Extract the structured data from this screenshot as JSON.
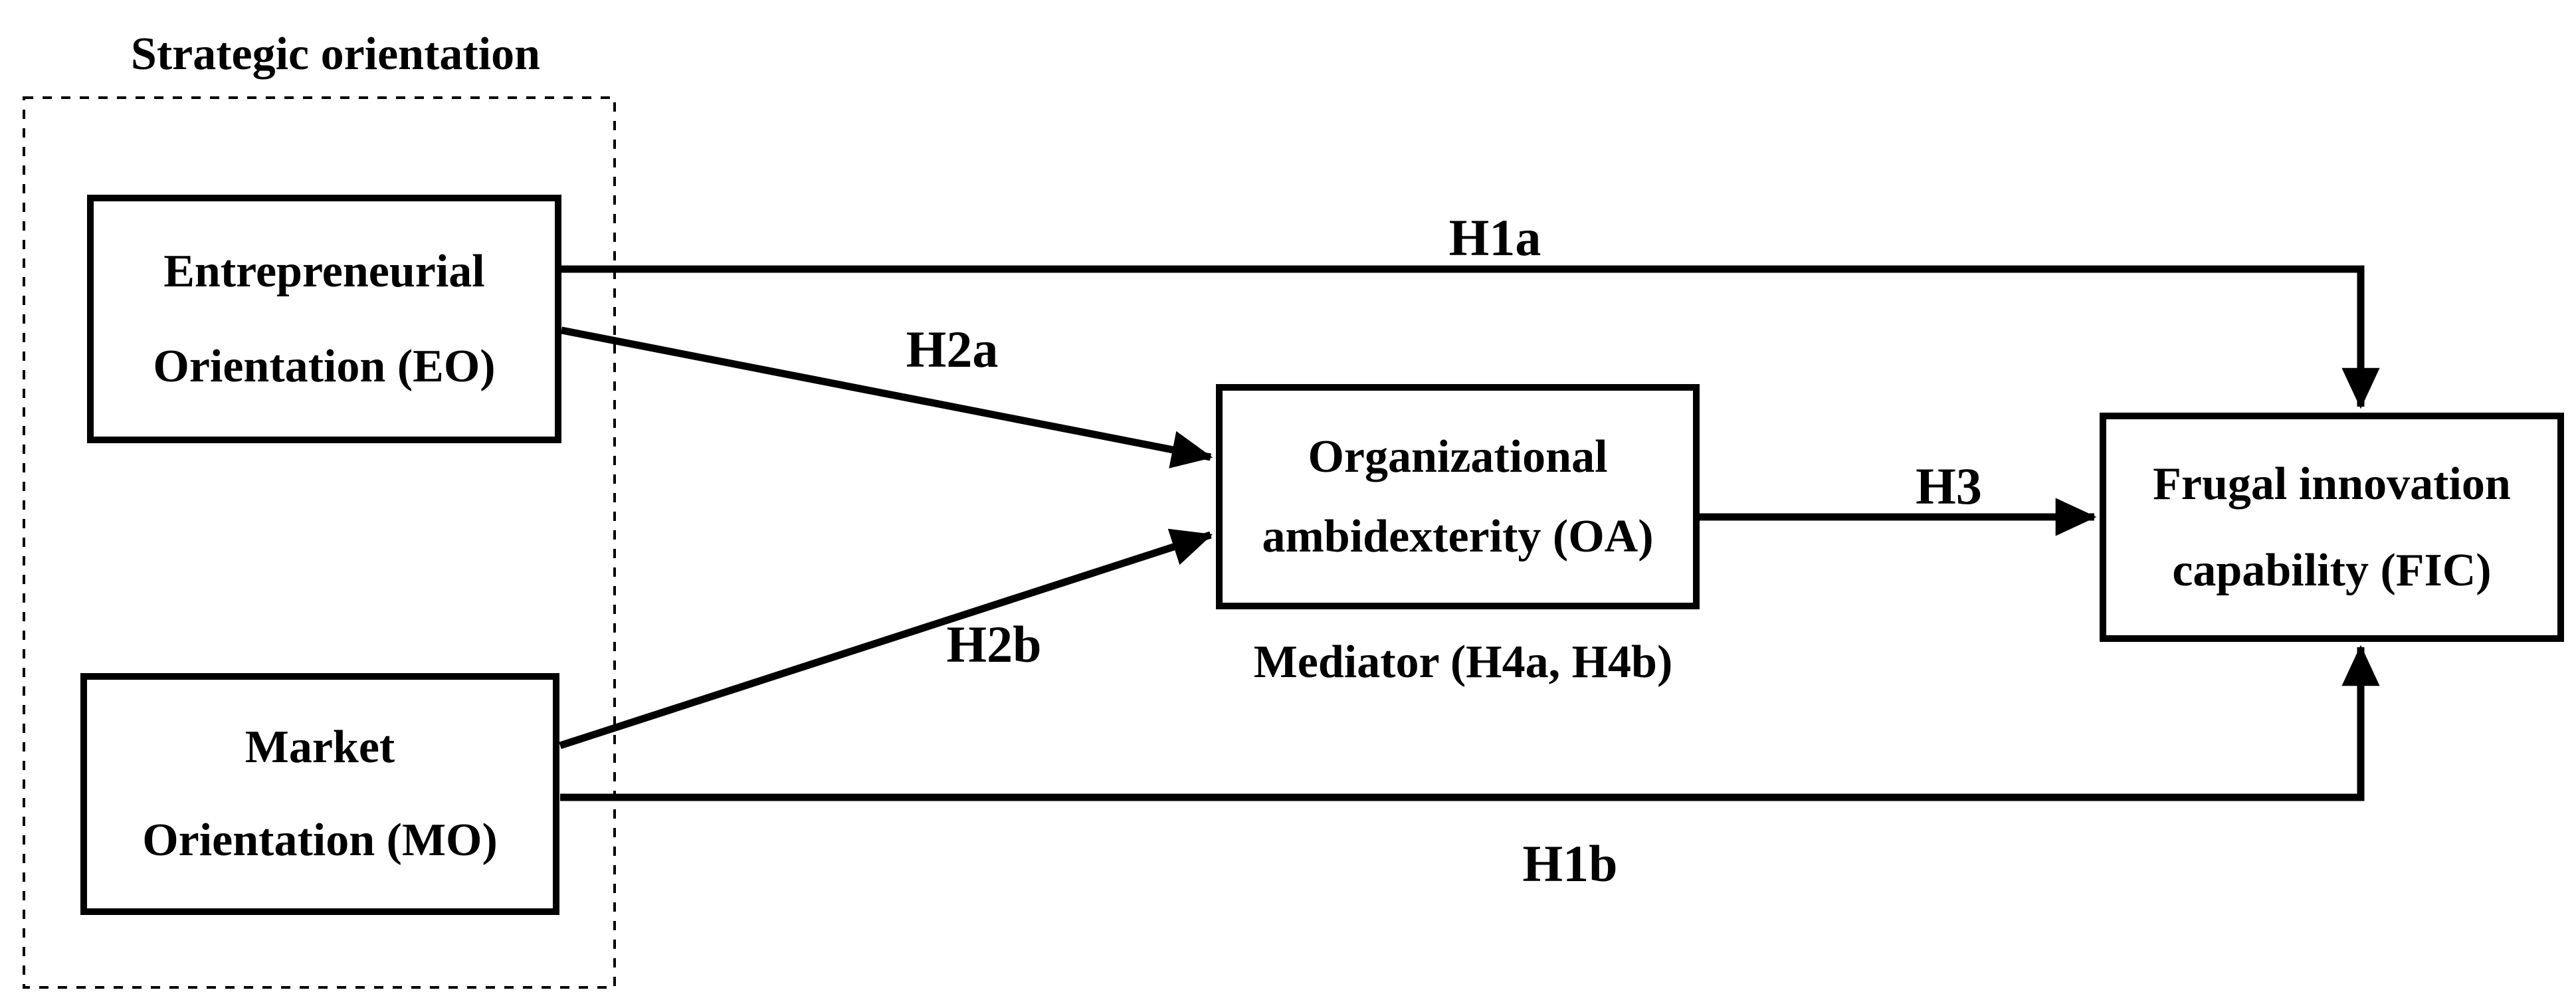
{
  "diagram": {
    "group_label": "Strategic orientation",
    "nodes": {
      "eo": {
        "line1": "Entrepreneurial",
        "line2": "Orientation (EO)"
      },
      "mo": {
        "line1": "Market",
        "line2": "Orientation (MO)"
      },
      "oa": {
        "line1": "Organizational",
        "line2": "ambidexterity (OA)",
        "caption": "Mediator (H4a, H4b)"
      },
      "fic": {
        "line1": "Frugal innovation",
        "line2": "capability (FIC)"
      }
    },
    "edges": [
      {
        "id": "h1a",
        "label": "H1a",
        "from": "eo",
        "to": "fic"
      },
      {
        "id": "h2a",
        "label": "H2a",
        "from": "eo",
        "to": "oa"
      },
      {
        "id": "h2b",
        "label": "H2b",
        "from": "mo",
        "to": "oa"
      },
      {
        "id": "h3",
        "label": "H3",
        "from": "oa",
        "to": "fic"
      },
      {
        "id": "h1b",
        "label": "H1b",
        "from": "mo",
        "to": "fic"
      }
    ],
    "colors": {
      "ink": "#000000",
      "paper": "#ffffff"
    }
  }
}
